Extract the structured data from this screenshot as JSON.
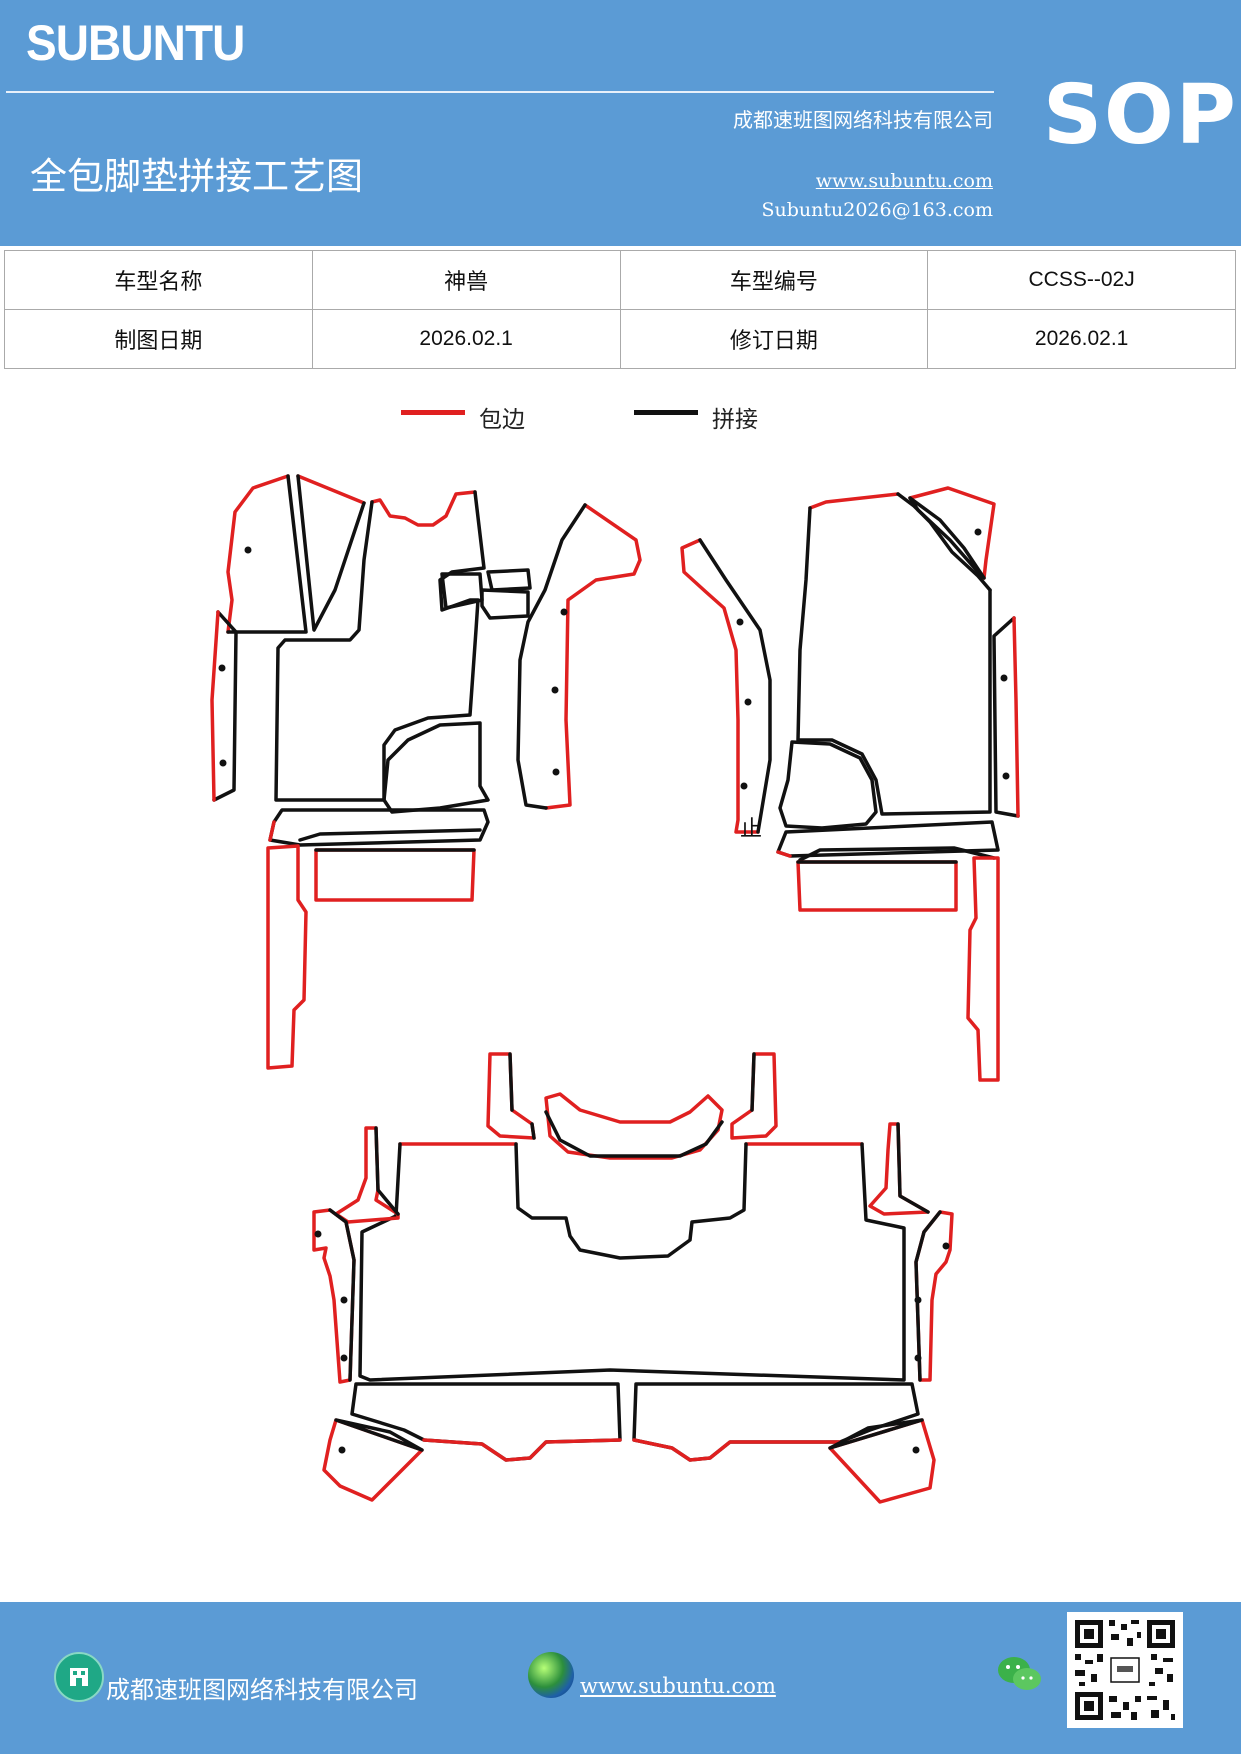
{
  "header": {
    "brand": "SUBUNTU",
    "company": "成都速班图网络科技有限公司",
    "title": "全包脚垫拼接工艺图",
    "website": "www.subuntu.com",
    "email": "Subuntu2026@163.com",
    "doc_type": "SOP"
  },
  "info_table": {
    "model_name_label": "车型名称",
    "model_name": "神兽",
    "model_code_label": "车型编号",
    "model_code": "CCSS--02J",
    "draw_date_label": "制图日期",
    "draw_date": "2026.02.1",
    "revise_date_label": "修订日期",
    "revise_date": "2026.02.1"
  },
  "legend": {
    "binding": {
      "label": "包边",
      "color": "#e02020"
    },
    "splice": {
      "label": "拼接",
      "color": "#111111"
    }
  },
  "diagram": {
    "stop_mark": "止"
  },
  "footer": {
    "company": "成都速班图网络科技有限公司",
    "website": "www.subuntu.com",
    "company_icon": "building-icon",
    "website_icon": "globe-icon",
    "wechat_icon": "wechat-icon"
  },
  "colors": {
    "header_bg": "#5b9bd5",
    "binding": "#e02020",
    "splice": "#111111"
  }
}
